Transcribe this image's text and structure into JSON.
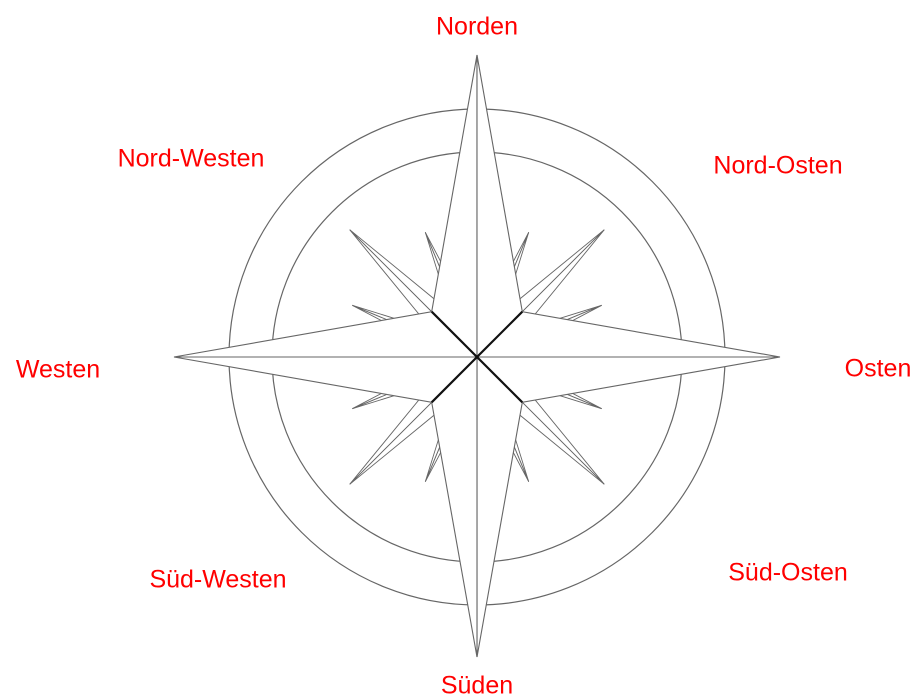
{
  "colors": {
    "label": "#ff0000",
    "stroke": "#666666",
    "center_stroke": "#111111"
  },
  "directions": {
    "north": "Norden",
    "north_east": "Nord-Osten",
    "east": "Osten",
    "south_east": "Süd-Osten",
    "south": "Süden",
    "south_west": "Süd-Westen",
    "west": "Westen",
    "north_west": "Nord-Westen"
  }
}
